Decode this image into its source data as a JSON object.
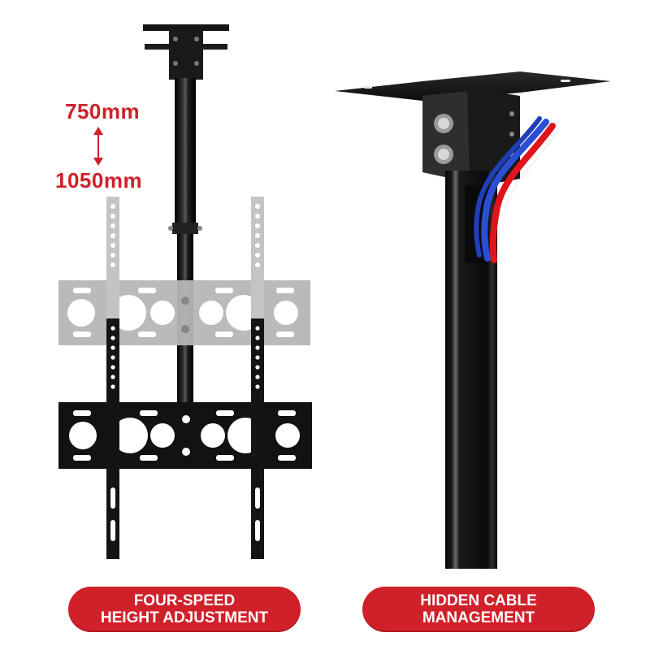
{
  "colors": {
    "accent": "#d0202a",
    "metal": "#141414",
    "ghost_metal": "#b9b9b9",
    "wire_red": "#e1141c",
    "wire_blue": "#2a4fd6",
    "background": "#ffffff"
  },
  "left_panel": {
    "range_min": "750mm",
    "range_max": "1050mm",
    "arrow_icon": "double-arrow-vertical",
    "caption_line1": "FOUR-SPEED",
    "caption_line2": "HEIGHT ADJUSTMENT"
  },
  "right_panel": {
    "caption_line1": "HIDDEN CABLE",
    "caption_line2": "MANAGEMENT"
  }
}
